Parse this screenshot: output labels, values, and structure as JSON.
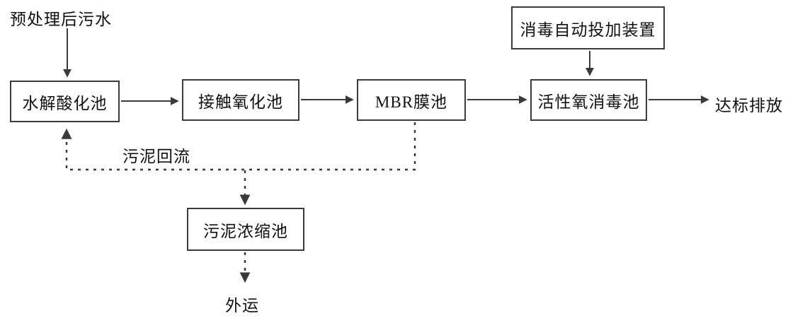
{
  "diagram": {
    "type": "flowchart",
    "background_color": "#ffffff",
    "line_color": "#3a3a3a",
    "text_color": "#111111",
    "nodes": {
      "hydrolysis": "水解酸化池",
      "contact_oxidation": "接触氧化池",
      "mbr": "MBR膜池",
      "active_oxygen_disinfection": "活性氧消毒池",
      "dosing_device": "消毒自动投加装置",
      "sludge_thickening": "污泥浓缩池"
    },
    "labels": {
      "influent": "预处理后污水",
      "effluent": "达标排放",
      "sludge_return": "污泥回流",
      "offsite": "外运"
    }
  }
}
